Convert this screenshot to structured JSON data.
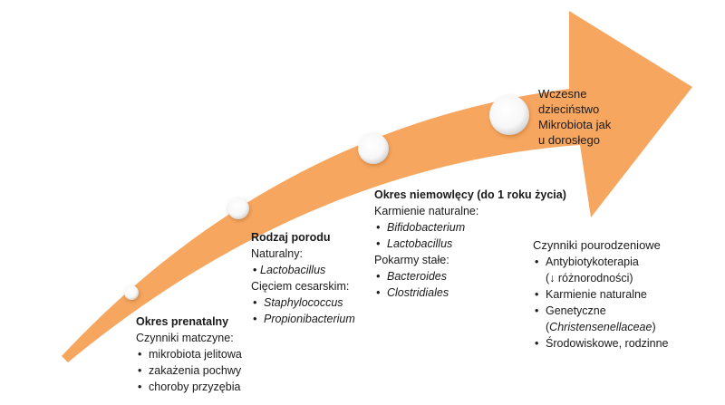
{
  "colors": {
    "arrow": "#F7A660",
    "circle_fill": "#FFFFFF",
    "text": "#1A1A1A"
  },
  "stages": {
    "prenatal": {
      "title": "Okres prenatalny",
      "subtitle": "Czynniki matczyne:",
      "items": [
        "mikrobiota jelitowa",
        "zakażenia pochwy",
        "choroby przyzębia"
      ]
    },
    "birth": {
      "title": "Rodzaj porodu",
      "natural_label": "Naturalny:",
      "natural_items": [
        "Lactobacillus"
      ],
      "cesarean_label": "Cięciem cesarskim:",
      "cesarean_items": [
        "Staphylococcus",
        "Propionibacterium"
      ]
    },
    "infancy": {
      "title": "Okres niemowlęcy (do 1 roku życia)",
      "breastfeeding_label": "Karmienie naturalne:",
      "breastfeeding_items": [
        "Bifidobacterium",
        "Lactobacillus"
      ],
      "solid_label": "Pokarmy stałe:",
      "solid_items": [
        "Bacteroides",
        "Clostridiales"
      ]
    },
    "childhood": {
      "line1": "Wczesne",
      "line2": "dzieciństwo",
      "line3": "Mikrobiota jak",
      "line4": "u dorosłego"
    },
    "postnatal": {
      "title": "Czynniki pourodzeniowe",
      "item1_line1": "Antybiotykoterapia",
      "item1_line2": "(↓ różnorodności)",
      "item2": "Karmienie naturalne",
      "item3_line1": "Genetyczne",
      "item3_line2": "(Christensenellaceae)",
      "item4": "Środowiskowe, rodzinne"
    }
  }
}
